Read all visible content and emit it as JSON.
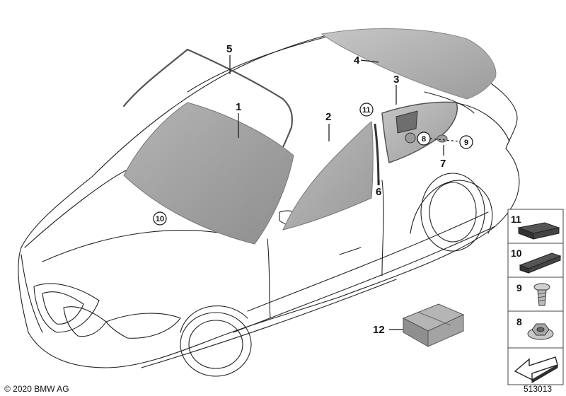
{
  "callouts": {
    "c1": "1",
    "c2": "2",
    "c3": "3",
    "c4": "4",
    "c5": "5",
    "c6": "6",
    "c7": "7",
    "c8": "8",
    "c9": "9",
    "c10": "10",
    "c11": "11",
    "c12": "12"
  },
  "side_panel": [
    "11",
    "10",
    "9",
    "8"
  ],
  "copyright": "© 2020 BMW AG",
  "diagram_number": "513013",
  "colors": {
    "glass": "#a8a8a8",
    "glass_dark": "#8a8a8a",
    "line": "#222222",
    "panel_border": "#444444"
  }
}
